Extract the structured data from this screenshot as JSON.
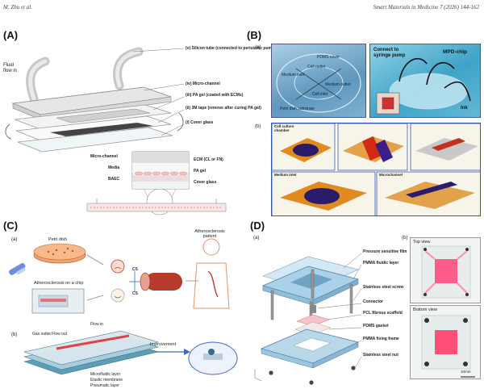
{
  "header": {
    "left": "M. Zhu et al.",
    "right": "Smart Materials in Medicine 7 (2026) 144-162"
  },
  "panelA": {
    "label": "(A)",
    "fluid_flow_in": "Fluid flow in",
    "layers": [
      "(v) Silicon tube (connected to peristaltic pump)",
      "(iv) Micro-channel",
      "(iii) PA gel (coated with ECMs)",
      "(ii) 3M tape (remove after curing PA gel)",
      "(i) Cover glass"
    ],
    "cross_left": [
      "Micro-channel",
      "Media",
      "BAEC"
    ],
    "cross_right": [
      "ECM (CL or FN)",
      "PA gel",
      "Cover glass"
    ]
  },
  "panelB": {
    "label": "(B)",
    "sub_a": "(a)",
    "sub_b": "(b)",
    "photo_left_labels": [
      "PDMS cover",
      "Cell outlet",
      "Medium inlet",
      "Medium outlet",
      "Cell inlet",
      "Petri dish substrate"
    ],
    "photo_right_labels": [
      "Connect to syringe pump",
      "MPD-chip",
      "Ink"
    ],
    "plot_labels": [
      "Cell culture chamber",
      "Medium inlet",
      "Microchannel"
    ]
  },
  "panelC": {
    "label": "(C)",
    "sub_a": "(a)",
    "sub_b": "(b)",
    "petri": "Petri dish",
    "chip": "Atherosclerosis on a chip",
    "patient": "Atherosclerosis patient",
    "cs": "CS",
    "improvement": "Improvement",
    "flow_in": "Flow in",
    "flow_out": "Gas outlet   Flow out",
    "layers": [
      "Microfluidic layer",
      "Elastic membrane",
      "Pneumatic layer"
    ]
  },
  "panelD": {
    "label": "(D)",
    "sub_a": "(a)",
    "sub_b": "(b)",
    "parts": [
      "Pressure sensitive film",
      "PMMA fluidic layer",
      "Stainless steel screw",
      "Connector",
      "PCL fibrous scaffold",
      "PDMS gasket",
      "PMMA fixing frame",
      "Stainless steel nut"
    ],
    "top_view": "Top view",
    "bottom_view": "Bottom view",
    "scale": "10mm"
  }
}
